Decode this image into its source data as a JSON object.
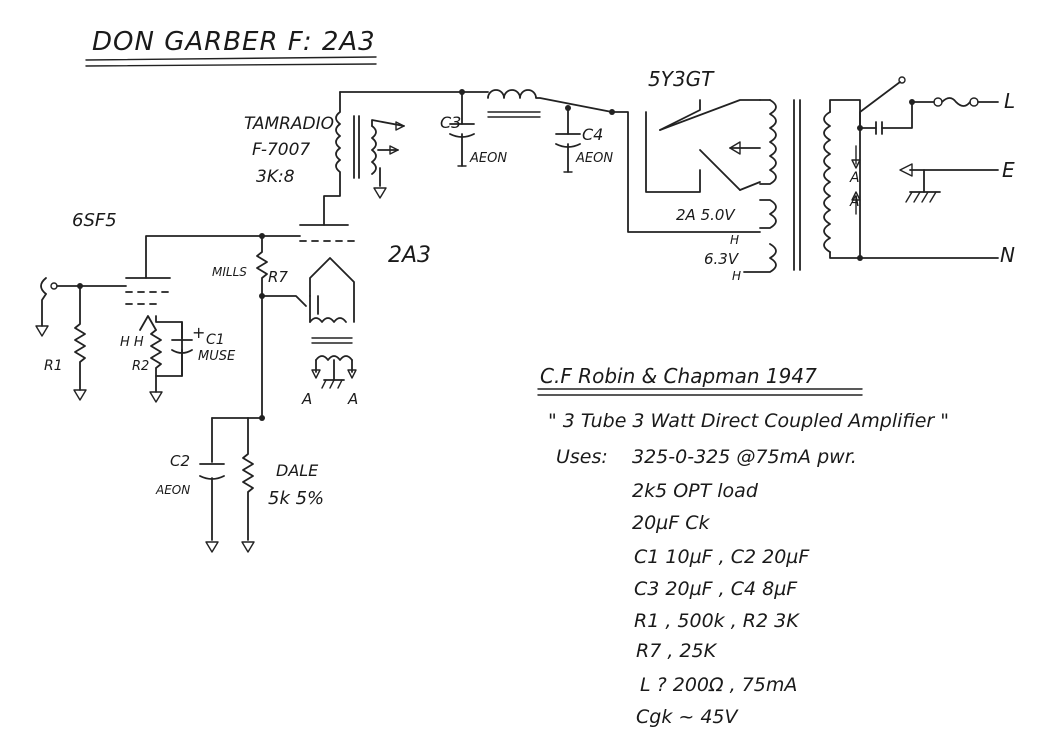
{
  "header": {
    "title": "DON GARBER  F: 2A3"
  },
  "labels": {
    "opt": [
      "TAMRADIO",
      "F-7007",
      "3K:8"
    ],
    "c3": "C3",
    "c4": "C4",
    "aeon_c3": "AEON",
    "aeon_c4": "AEON",
    "aeon_c2": "AEON",
    "rect": "5Y3GT",
    "v1": "6SF5",
    "v2": "2A3",
    "mills": "MILLS",
    "r7": "R7",
    "c1": "C1",
    "muse": "MUSE",
    "r1": "R1",
    "r2": "R2",
    "c2": "C2",
    "dale": "DALE",
    "dale_val": "5k 5%",
    "heater_h": "H",
    "heater_h2": "H",
    "hh": "H H",
    "h_top": "H",
    "h_bot": "H",
    "fil_5v": "2A  5.0V",
    "fil_63": "6.3V",
    "plus": "+",
    "a_left": "A",
    "a_right": "A",
    "a_up": "A",
    "a_down": "A",
    "mains_l": "L",
    "mains_e": "E",
    "mains_n": "N"
  },
  "notes": {
    "title": "C.F  Robin & Chapman 1947",
    "subtitle": "\" 3 Tube 3 Watt Direct Coupled Amplifier \"",
    "uses_label": "Uses:",
    "lines": [
      "325-0-325  @75mA  pwr.",
      "2k5  OPT  load",
      "20µF  Ck",
      "C1   10µF ,     C2  20µF",
      "C3  20µF ,    C4  8µF",
      "R1 , 500k ,     R2  3K",
      "R7 , 25K",
      "L   ?  200Ω , 75mA",
      "Cgk ~ 45V"
    ]
  }
}
